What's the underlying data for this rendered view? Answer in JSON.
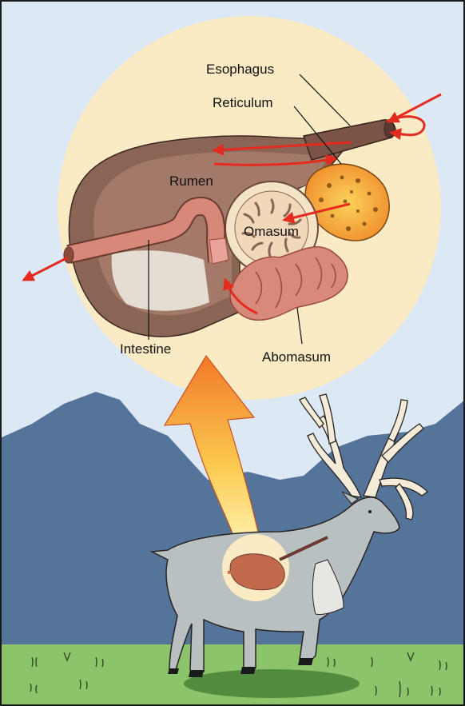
{
  "labels": {
    "esophagus": "Esophagus",
    "reticulum": "Reticulum",
    "rumen": "Rumen",
    "omasum": "Omasum",
    "intestine": "Intestine",
    "abomasum": "Abomasum"
  },
  "colors": {
    "sky": "#dde8f5",
    "mountains": "#55749a",
    "grass": "#8cc46c",
    "highlight_circle": "#fbebc4",
    "stomach_brown": "#8a6556",
    "flow_arrow": "#e52a20"
  }
}
